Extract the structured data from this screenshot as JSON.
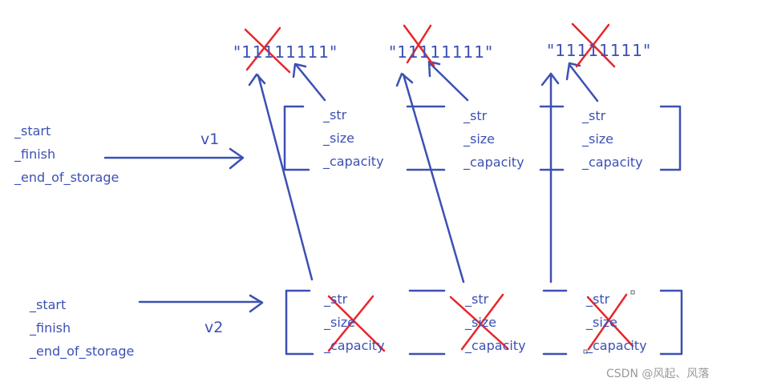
{
  "vectors": [
    {
      "name": "v1",
      "members": [
        "_start",
        "_finish",
        "_end_of_storage"
      ]
    },
    {
      "name": "v2",
      "members": [
        "_start",
        "_finish",
        "_end_of_storage"
      ]
    }
  ],
  "string_fields": [
    "_str",
    "_size",
    "_capacity"
  ],
  "string_values": [
    "\"11111111\"",
    "\"11111111\"",
    "\"11111111\""
  ],
  "watermark": "CSDN @风起、风落",
  "colors": {
    "ink": "#3c50b4",
    "cross": "#e8262b",
    "watermark": "#9a9a9a"
  }
}
